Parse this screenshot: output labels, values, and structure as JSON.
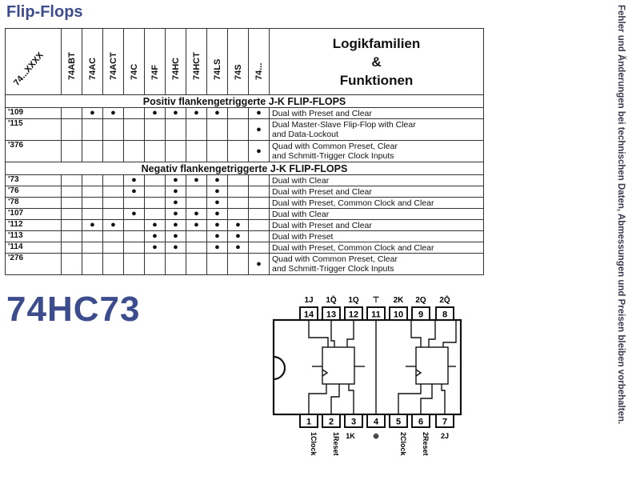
{
  "page": {
    "title": "Flip-Flops",
    "side_note": "Fehler und Änderungen bei technischen Daten, Abmessungen und Preisen bleiben vorbehalten."
  },
  "table": {
    "code_header": "74...XXXX",
    "families": [
      "74ABT",
      "74AC",
      "74ACT",
      "74C",
      "74F",
      "74HC",
      "74HCT",
      "74LS",
      "74S",
      "74..."
    ],
    "function_header": [
      "Logikfamilien",
      "&",
      "Funktionen"
    ],
    "sections": [
      {
        "title": "Positiv flankengetriggerte J-K FLIP-FLOPS",
        "rows": [
          {
            "code": "'109",
            "marks": [
              0,
              1,
              1,
              0,
              1,
              1,
              1,
              1,
              0,
              1
            ],
            "desc": [
              "Dual with Preset and Clear"
            ]
          },
          {
            "code": "'115",
            "marks": [
              0,
              0,
              0,
              0,
              0,
              0,
              0,
              0,
              0,
              1
            ],
            "desc": [
              "Dual Master-Slave Flip-Flop with Clear",
              "and Data-Lockout"
            ]
          },
          {
            "code": "'376",
            "marks": [
              0,
              0,
              0,
              0,
              0,
              0,
              0,
              0,
              0,
              1
            ],
            "desc": [
              "Quad with Common Preset, Clear",
              "and Schmitt-Trigger Clock Inputs"
            ]
          }
        ]
      },
      {
        "title": "Negativ flankengetriggerte J-K FLIP-FLOPS",
        "rows": [
          {
            "code": "'73",
            "marks": [
              0,
              0,
              0,
              1,
              0,
              1,
              1,
              1,
              0,
              0
            ],
            "desc": [
              "Dual with Clear"
            ]
          },
          {
            "code": "'76",
            "marks": [
              0,
              0,
              0,
              1,
              0,
              1,
              0,
              1,
              0,
              0
            ],
            "desc": [
              "Dual with Preset and Clear"
            ]
          },
          {
            "code": "'78",
            "marks": [
              0,
              0,
              0,
              0,
              0,
              1,
              0,
              1,
              0,
              0
            ],
            "desc": [
              "Dual with Preset, Common Clock and Clear"
            ]
          },
          {
            "code": "'107",
            "marks": [
              0,
              0,
              0,
              1,
              0,
              1,
              1,
              1,
              0,
              0
            ],
            "desc": [
              "Dual with Clear"
            ]
          },
          {
            "code": "'112",
            "marks": [
              0,
              1,
              1,
              0,
              1,
              1,
              1,
              1,
              1,
              0
            ],
            "desc": [
              "Dual with Preset and Clear"
            ]
          },
          {
            "code": "'113",
            "marks": [
              0,
              0,
              0,
              0,
              1,
              1,
              0,
              1,
              1,
              0
            ],
            "desc": [
              "Dual with Preset"
            ]
          },
          {
            "code": "'114",
            "marks": [
              0,
              0,
              0,
              0,
              1,
              1,
              0,
              1,
              1,
              0
            ],
            "desc": [
              "Dual with Preset, Common Clock and Clear"
            ]
          },
          {
            "code": "'276",
            "marks": [
              0,
              0,
              0,
              0,
              0,
              0,
              0,
              0,
              0,
              1
            ],
            "desc": [
              "Quad with Common Preset, Clear",
              "and Schmitt-Trigger Clock Inputs"
            ]
          }
        ]
      }
    ],
    "dot_glyph": "●"
  },
  "chip": {
    "title": "74HC73",
    "top_labels": [
      "1J",
      "1Q̄",
      "1Q",
      "⊤",
      "2K",
      "2Q",
      "2Q̄"
    ],
    "top_pins": [
      "14",
      "13",
      "12",
      "11",
      "10",
      "9",
      "8"
    ],
    "bottom_pins": [
      "1",
      "2",
      "3",
      "4",
      "5",
      "6",
      "7"
    ],
    "bottom_labels": [
      "1Clock",
      "1Reset",
      "1K",
      "⊕",
      "2Clock",
      "2Reset",
      "2J"
    ]
  }
}
